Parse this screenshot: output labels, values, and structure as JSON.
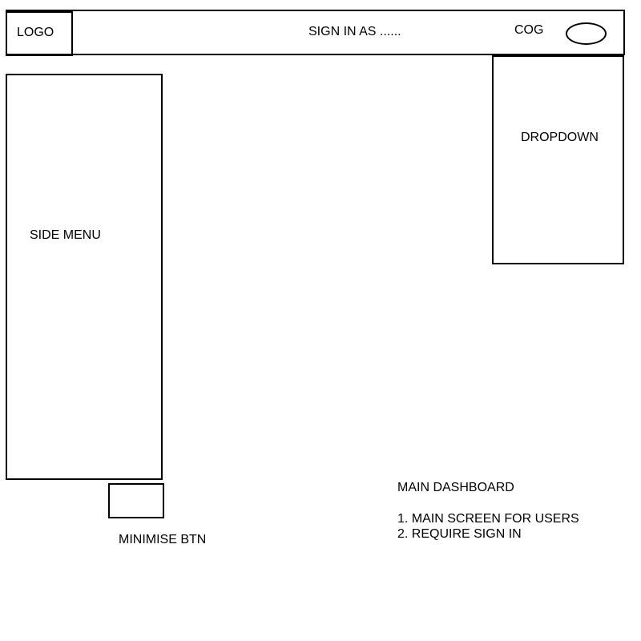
{
  "header": {
    "logo_label": "LOGO",
    "signin_text": "SIGN IN AS ......",
    "cog_label": "COG"
  },
  "dropdown": {
    "label": "DROPDOWN"
  },
  "side_menu": {
    "label": "SIDE MENU"
  },
  "minimise": {
    "label": "MINIMISE BTN"
  },
  "dashboard": {
    "title": "MAIN DASHBOARD",
    "notes": [
      "1. MAIN SCREEN FOR USERS",
      "2. REQUIRE SIGN IN"
    ]
  }
}
